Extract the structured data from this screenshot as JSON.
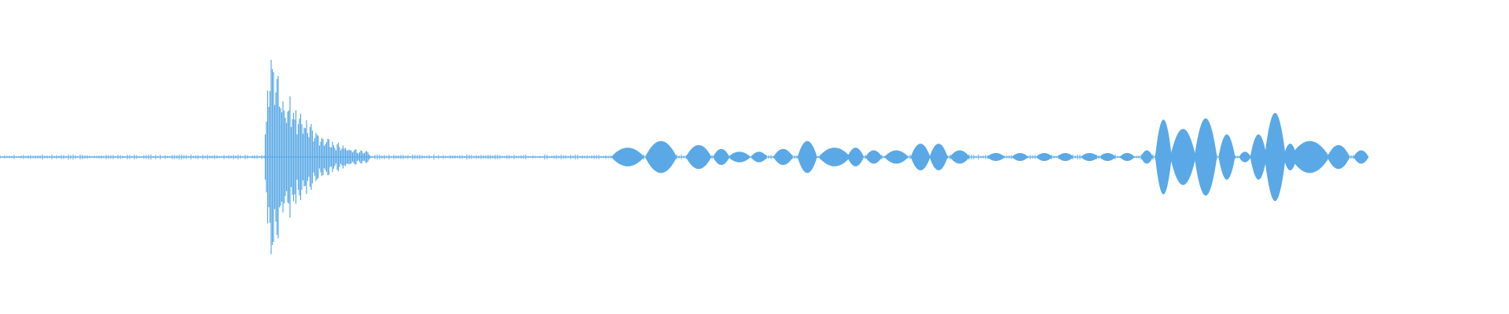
{
  "waveform": {
    "color": "#5aa9e6",
    "segments": [
      {
        "type": "burst",
        "from": 0.175,
        "to": 0.245,
        "amplitude": 0.93
      },
      {
        "type": "blob",
        "center": 0.416,
        "width": 0.022,
        "amplitude": 0.07
      },
      {
        "type": "blob",
        "center": 0.438,
        "width": 0.021,
        "amplitude": 0.12
      },
      {
        "type": "blob",
        "center": 0.463,
        "width": 0.017,
        "amplitude": 0.09
      },
      {
        "type": "blob",
        "center": 0.478,
        "width": 0.011,
        "amplitude": 0.06
      },
      {
        "type": "blob",
        "center": 0.49,
        "width": 0.015,
        "amplitude": 0.04
      },
      {
        "type": "blob",
        "center": 0.503,
        "width": 0.011,
        "amplitude": 0.04
      },
      {
        "type": "blob",
        "center": 0.519,
        "width": 0.013,
        "amplitude": 0.06
      },
      {
        "type": "blob",
        "center": 0.535,
        "width": 0.013,
        "amplitude": 0.12
      },
      {
        "type": "blob",
        "center": 0.553,
        "width": 0.021,
        "amplitude": 0.07
      },
      {
        "type": "blob",
        "center": 0.567,
        "width": 0.011,
        "amplitude": 0.07
      },
      {
        "type": "blob",
        "center": 0.579,
        "width": 0.011,
        "amplitude": 0.05
      },
      {
        "type": "blob",
        "center": 0.594,
        "width": 0.016,
        "amplitude": 0.05
      },
      {
        "type": "blob",
        "center": 0.61,
        "width": 0.013,
        "amplitude": 0.1
      },
      {
        "type": "blob",
        "center": 0.622,
        "width": 0.012,
        "amplitude": 0.1
      },
      {
        "type": "blob",
        "center": 0.636,
        "width": 0.013,
        "amplitude": 0.05
      },
      {
        "type": "blob",
        "center": 0.66,
        "width": 0.012,
        "amplitude": 0.03
      },
      {
        "type": "blob",
        "center": 0.676,
        "width": 0.011,
        "amplitude": 0.03
      },
      {
        "type": "blob",
        "center": 0.692,
        "width": 0.011,
        "amplitude": 0.03
      },
      {
        "type": "blob",
        "center": 0.706,
        "width": 0.011,
        "amplitude": 0.03
      },
      {
        "type": "blob",
        "center": 0.722,
        "width": 0.012,
        "amplitude": 0.03
      },
      {
        "type": "blob",
        "center": 0.734,
        "width": 0.011,
        "amplitude": 0.03
      },
      {
        "type": "blob",
        "center": 0.747,
        "width": 0.01,
        "amplitude": 0.03
      },
      {
        "type": "blob",
        "center": 0.76,
        "width": 0.008,
        "amplitude": 0.05
      },
      {
        "type": "blob",
        "center": 0.771,
        "width": 0.011,
        "amplitude": 0.28
      },
      {
        "type": "blob",
        "center": 0.784,
        "width": 0.017,
        "amplitude": 0.21
      },
      {
        "type": "blob",
        "center": 0.799,
        "width": 0.015,
        "amplitude": 0.29
      },
      {
        "type": "blob",
        "center": 0.813,
        "width": 0.011,
        "amplitude": 0.17
      },
      {
        "type": "blob",
        "center": 0.825,
        "width": 0.008,
        "amplitude": 0.04
      },
      {
        "type": "blob",
        "center": 0.834,
        "width": 0.011,
        "amplitude": 0.17
      },
      {
        "type": "blob",
        "center": 0.845,
        "width": 0.014,
        "amplitude": 0.33
      },
      {
        "type": "blob",
        "center": 0.855,
        "width": 0.009,
        "amplitude": 0.1
      },
      {
        "type": "blob",
        "center": 0.868,
        "width": 0.026,
        "amplitude": 0.12
      },
      {
        "type": "blob",
        "center": 0.887,
        "width": 0.015,
        "amplitude": 0.09
      },
      {
        "type": "blob",
        "center": 0.902,
        "width": 0.01,
        "amplitude": 0.05
      }
    ],
    "noise_floor": {
      "from": 0.0,
      "to": 0.905,
      "amplitude": 0.02
    }
  }
}
